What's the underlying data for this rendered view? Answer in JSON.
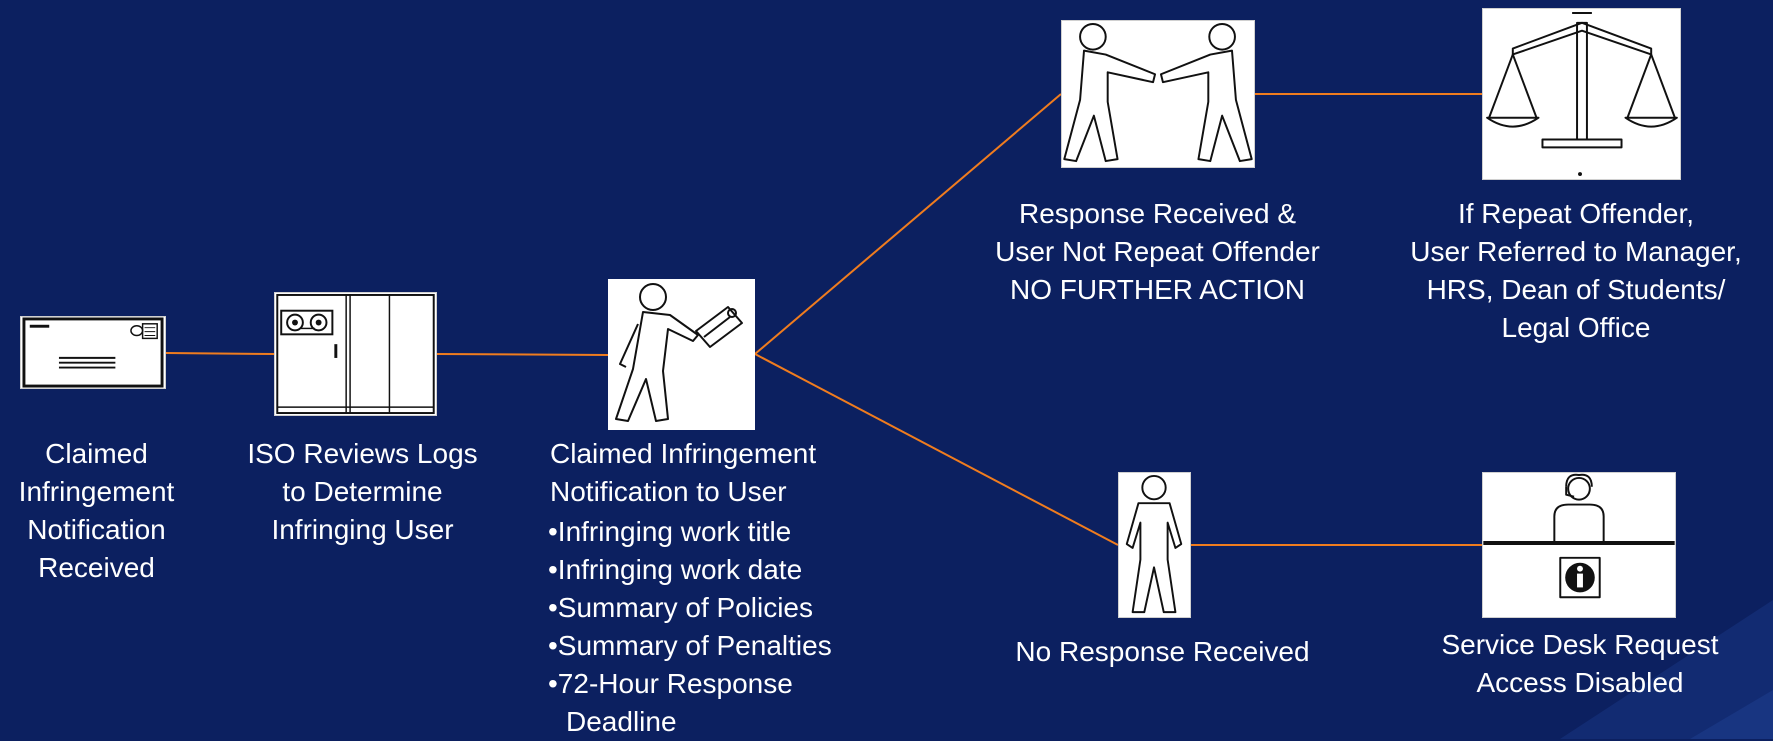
{
  "colors": {
    "background": "#0c2060",
    "connector": "#f07c1e",
    "text": "#ffffff",
    "icon_fill": "#ffffff",
    "icon_stroke": "#111111"
  },
  "nodes": {
    "notification_received": {
      "icon": "envelope-icon",
      "label": [
        "Claimed",
        "Infringement",
        "Notification",
        "Received"
      ]
    },
    "iso_review": {
      "icon": "server-cabinet-icon",
      "label": [
        "ISO Reviews Logs",
        "to Determine",
        "Infringing User"
      ]
    },
    "user_notification": {
      "icon": "mail-carrier-icon",
      "label": [
        "Claimed Infringement",
        "Notification to User"
      ],
      "bullets": [
        "•Infringing work title",
        "•Infringing work date",
        "•Summary of Policies",
        "•Summary of Penalties",
        "•72-Hour Response",
        "Deadline"
      ]
    },
    "response_received": {
      "icon": "handshake-icon",
      "label": [
        "Response Received &",
        "User Not Repeat Offender",
        "NO FURTHER ACTION"
      ]
    },
    "repeat_offender": {
      "icon": "scales-of-justice-icon",
      "label": [
        "If Repeat Offender,",
        "User Referred to Manager,",
        "HRS, Dean of Students/",
        "Legal Office"
      ]
    },
    "no_response": {
      "icon": "standing-person-icon",
      "label": [
        "No Response Received"
      ]
    },
    "service_desk": {
      "icon": "help-desk-agent-icon",
      "label": [
        "Service Desk Request",
        "Access Disabled"
      ]
    }
  }
}
